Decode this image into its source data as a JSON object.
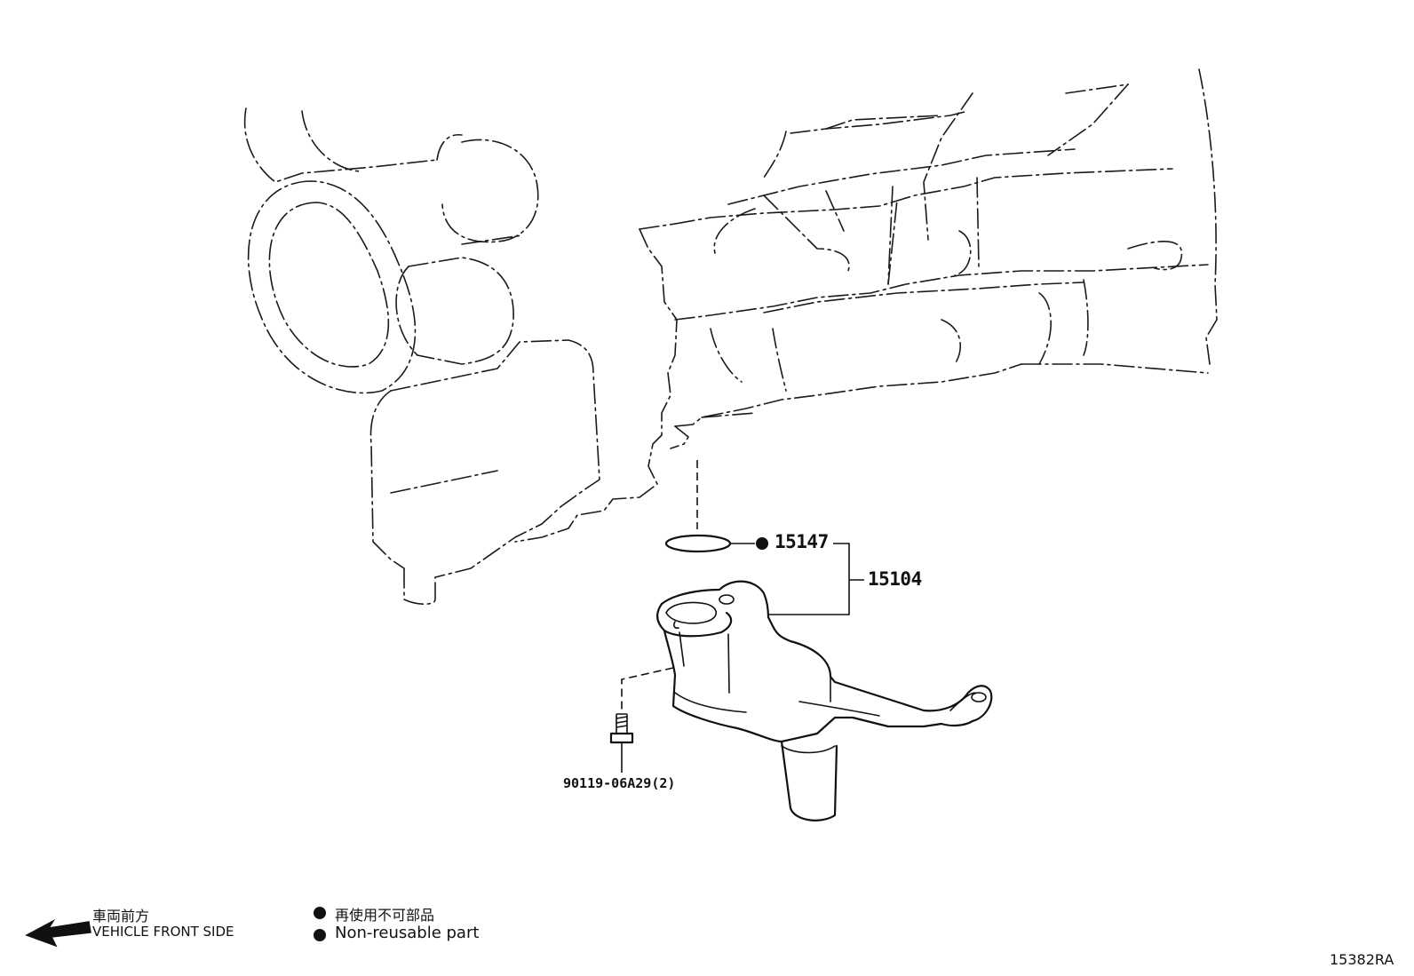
{
  "callouts": {
    "oring": "15147",
    "strainer_assy": "15104",
    "bolt": "90119-06A29(2)"
  },
  "legend": {
    "direction_jp": "車両前方",
    "direction_en": "VEHICLE FRONT SIDE",
    "nonreusable_jp": "再使用不可部品",
    "nonreusable_en": "Non-reusable part"
  },
  "figure_code": "15382RA"
}
